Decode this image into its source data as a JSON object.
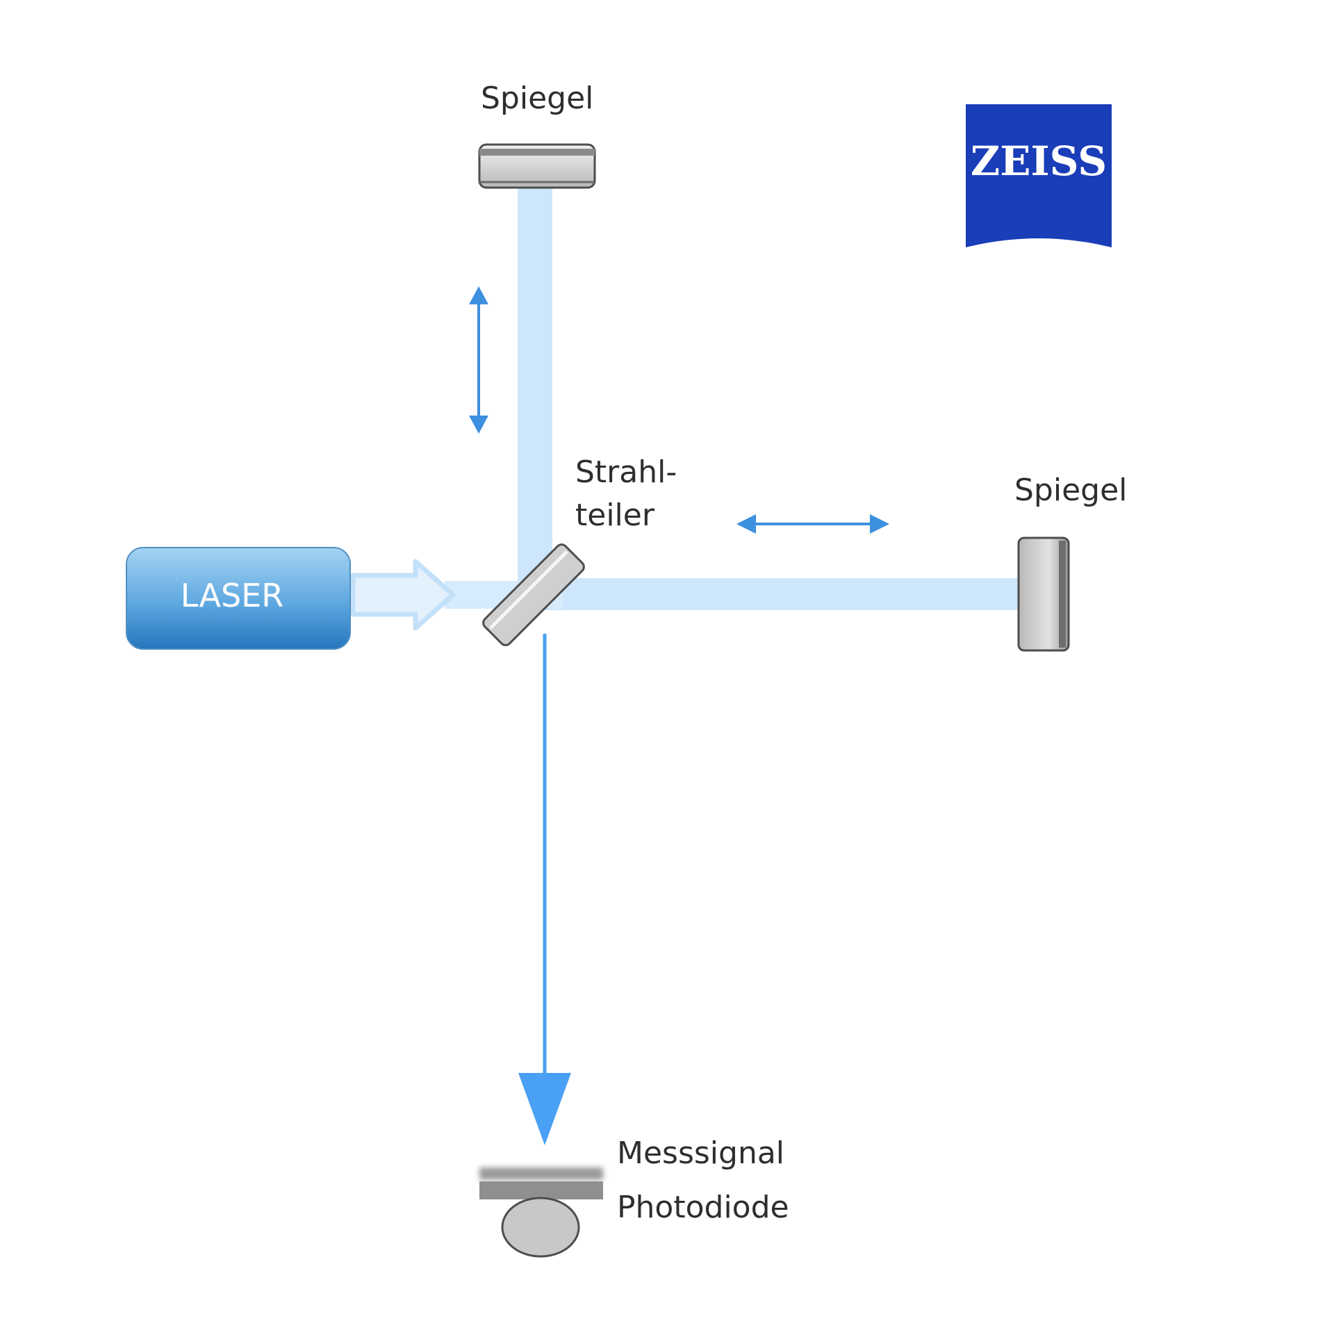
{
  "labels": {
    "mirror_top": "Spiegel",
    "mirror_right": "Spiegel",
    "beam_splitter_line1": "Strahl-",
    "beam_splitter_line2": "teiler",
    "laser": "LASER",
    "signal_line1": "Messsignal",
    "signal_line2": "Photodiode"
  },
  "logo": {
    "text": "ZEISS",
    "color": "#1a3db8"
  },
  "colors": {
    "beam": "#cde6fb",
    "arrow": "#3d8fdf",
    "signal": "#4aa0f5",
    "laser_top": "#8ec6ee",
    "laser_bottom": "#2b7ec3",
    "mirror_gray": "#c9c9c9",
    "outline": "#5a5a5a"
  }
}
